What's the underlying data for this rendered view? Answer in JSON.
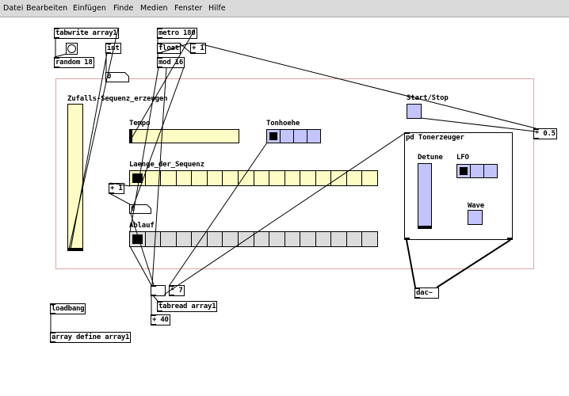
{
  "menu": [
    "Datei",
    "Bearbeiten",
    "Einfügen",
    "Finde",
    "Medien",
    "Fenster",
    "Hilfe"
  ],
  "objects": {
    "tabwrite": "tabwrite array1",
    "int": "int",
    "random": "random 18",
    "metro": "metro 180",
    "float": "float",
    "plus_one": "+ 1",
    "mod": "mod 16",
    "plus_one_length": "+ 1",
    "multiply_half": "* 0.5",
    "dac": "dac~",
    "loadbang": "loadbang",
    "array_define": "array define array1",
    "multiply_seven": "* 7",
    "tabread": "tabread array1",
    "plus_forty": "+ 40"
  },
  "number_boxes": {
    "counter": "0",
    "length": "0"
  },
  "controls": {
    "sequence": {
      "label": "Zufalls-Sequenz_erzeugen",
      "level": 0
    },
    "tempo": {
      "label": "Tempo",
      "level": 0
    },
    "pitch": {
      "label": "Tonhoehe",
      "selected": 0
    },
    "length": {
      "label": "Laenge_der_Sequenz",
      "selected": 0
    },
    "progress": {
      "label": "Ablauf",
      "selected": 0
    },
    "start_stop": {
      "label": "Start/Stop",
      "on": false
    }
  },
  "subpatch": {
    "title": "pd Tonerzeuger",
    "detune": {
      "label": "Detune",
      "level": 0
    },
    "lfo": {
      "label": "LFO",
      "selected": 0
    },
    "wave": {
      "label": "Wave",
      "on": false
    }
  },
  "colors": {
    "yellow": "#fcfcc4",
    "lavender": "#c4c4fc",
    "gray": "#dcdcdc",
    "gop_border": "#e0a4a4",
    "menubar": "#dadada"
  }
}
